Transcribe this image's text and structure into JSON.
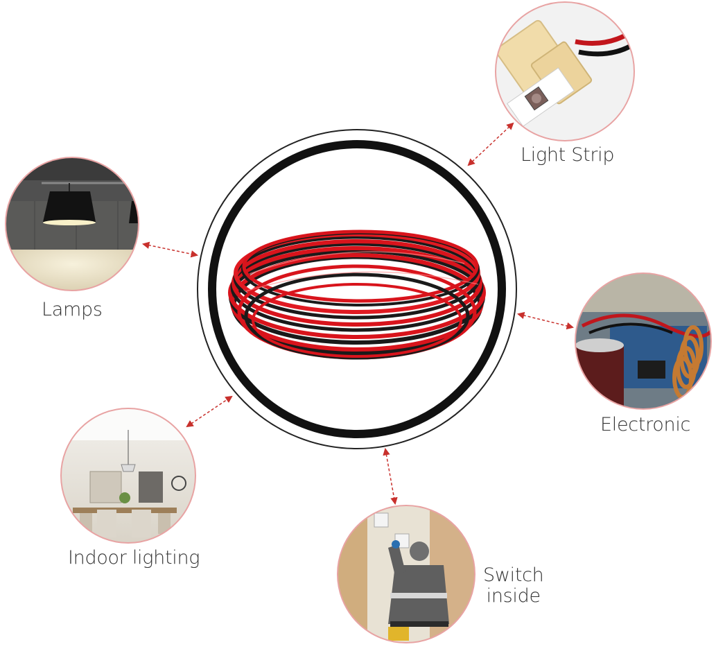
{
  "center_image": {
    "name": "red-black-wire-coil",
    "wire_colors": [
      "#d8141c",
      "#1a1a1a"
    ],
    "ring_color": "#111111"
  },
  "applications": [
    {
      "id": "light-strip",
      "label": "Light Strip",
      "border_color": "#e8a3a3"
    },
    {
      "id": "lamps",
      "label": "Lamps",
      "border_color": "#e8a3a3"
    },
    {
      "id": "electronic",
      "label": "Electronic",
      "border_color": "#e8a3a3"
    },
    {
      "id": "indoor-lighting",
      "label": "Indoor lighting",
      "border_color": "#e8a3a3"
    },
    {
      "id": "switch-inside",
      "label": "Switch\ninside",
      "border_color": "#e8a3a3"
    }
  ],
  "connector_color": "#d9534f"
}
